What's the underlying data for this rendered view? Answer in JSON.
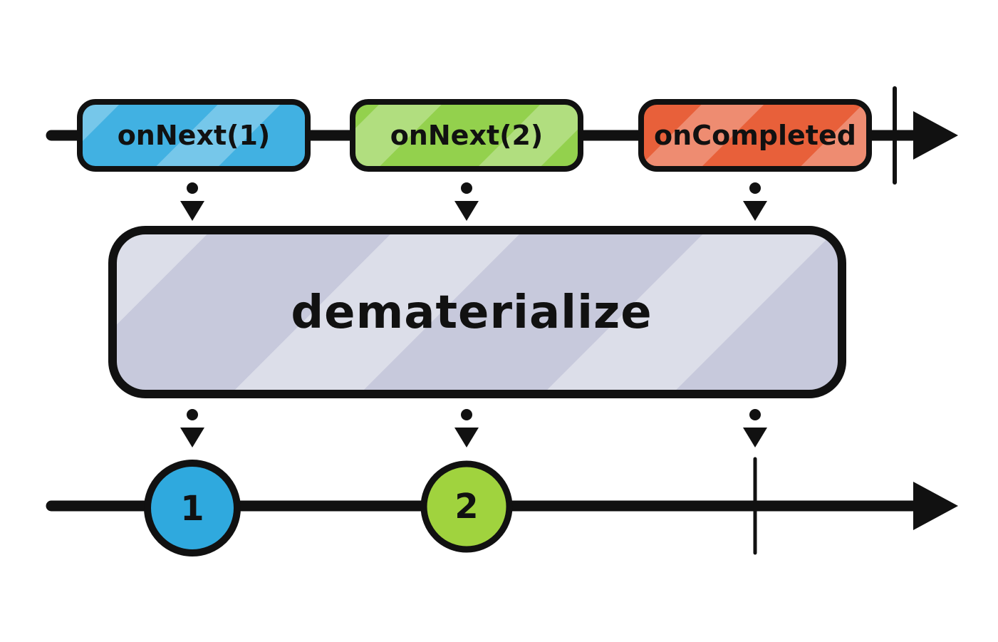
{
  "diagram": {
    "operator": {
      "label": "dematerialize",
      "fill": "#c7c9dc"
    },
    "source": {
      "events": [
        {
          "label": "onNext(1)",
          "color": "#41b1e2"
        },
        {
          "label": "onNext(2)",
          "color": "#93d14d"
        },
        {
          "label": "onCompleted",
          "color": "#e8603a"
        }
      ]
    },
    "output": {
      "events": [
        {
          "label": "1",
          "color": "#2fa9de"
        },
        {
          "label": "2",
          "color": "#a0d33e"
        }
      ]
    },
    "colors": {
      "ink": "#111111",
      "background": "#ffffff"
    }
  }
}
